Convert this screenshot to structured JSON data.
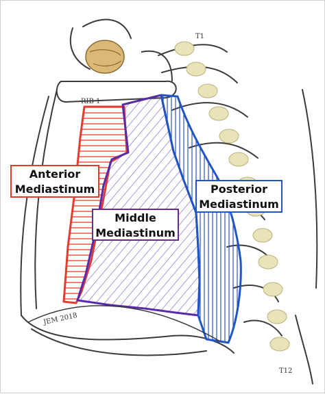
{
  "labels": {
    "anterior": [
      "Anterior",
      "Mediastinum"
    ],
    "middle": [
      "Middle",
      "Mediastinum"
    ],
    "posterior": [
      "Posterior",
      "Mediastinum"
    ]
  },
  "annotations": {
    "rib": "RIB 1",
    "t1": "T1",
    "t12": "T12",
    "signature": "JEM 2018"
  },
  "colors": {
    "anterior": "#e53a2e",
    "middle": "#6a2a8a",
    "middle_hatch": "#7b5cc4",
    "posterior": "#2255c4",
    "spine": "#e9e3b8",
    "clavicle": "#d9b878",
    "sketch": "#3a3a3a"
  }
}
